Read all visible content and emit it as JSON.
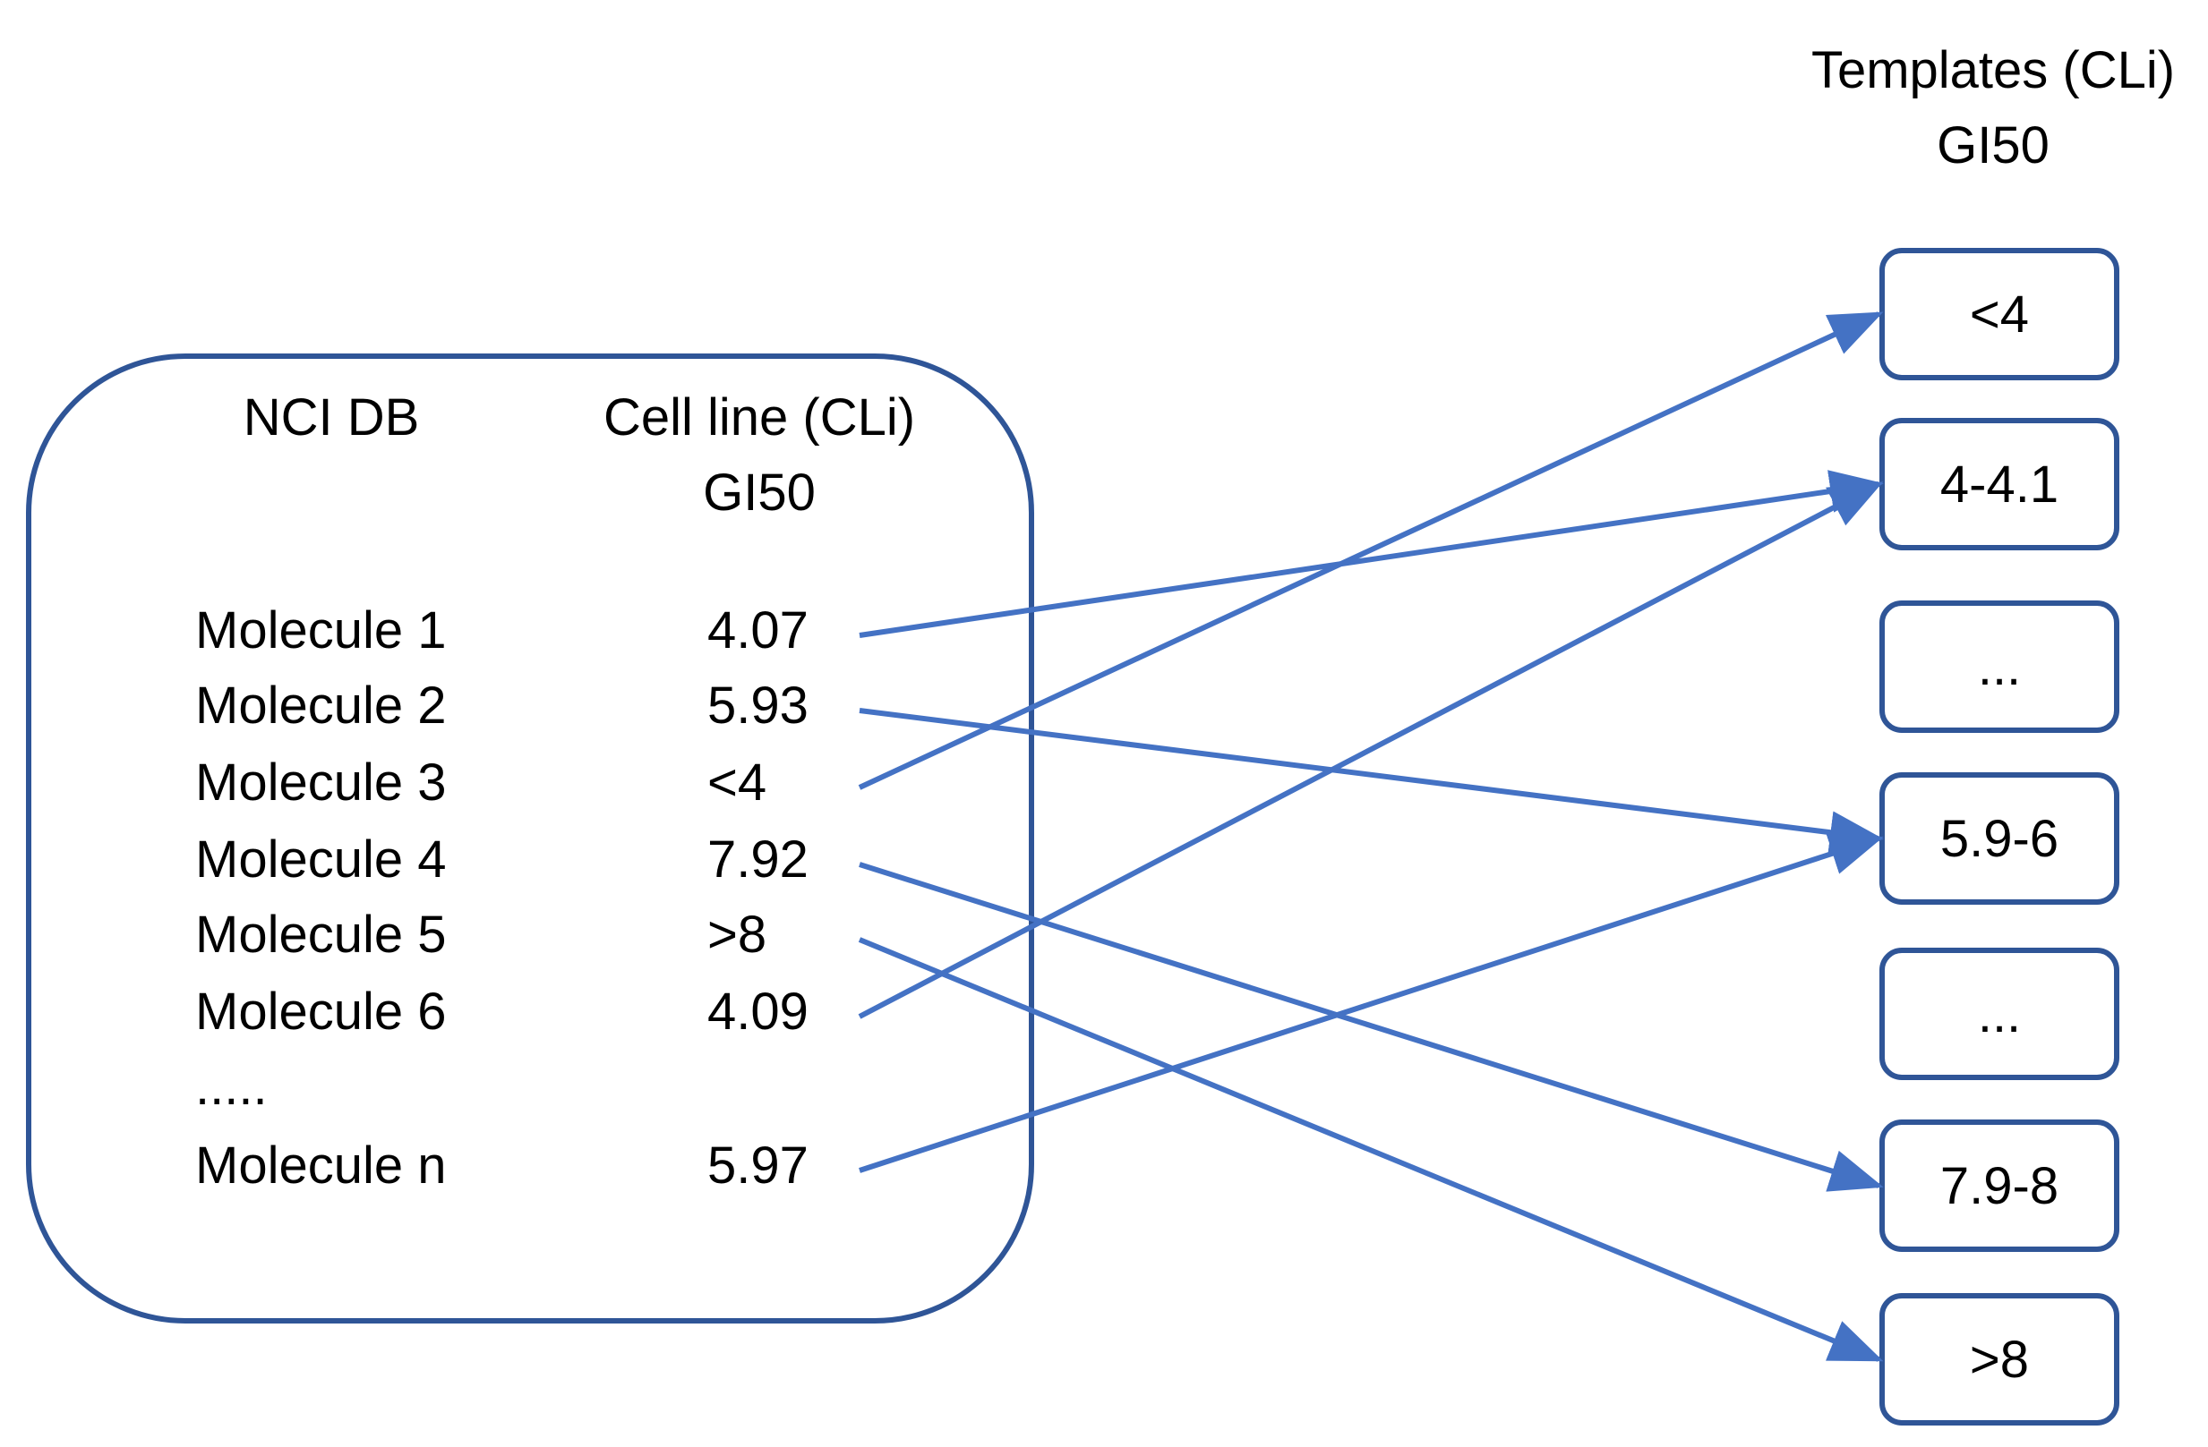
{
  "database": {
    "name_label": "NCI DB",
    "column_label_line1": "Cell line (CLi)",
    "column_label_line2": "GI50",
    "rows": [
      {
        "molecule": "Molecule 1",
        "value": "4.07",
        "target": "4-4.1"
      },
      {
        "molecule": "Molecule 2",
        "value": "5.93",
        "target": "5.9-6"
      },
      {
        "molecule": "Molecule 3",
        "value": "<4",
        "target": "<4"
      },
      {
        "molecule": "Molecule 4",
        "value": "7.92",
        "target": "7.9-8"
      },
      {
        "molecule": "Molecule 5",
        "value": ">8",
        "target": ">8"
      },
      {
        "molecule": "Molecule 6",
        "value": "4.09",
        "target": "4-4.1"
      },
      {
        "molecule": ".....",
        "value": "",
        "target": null
      },
      {
        "molecule": "Molecule n",
        "value": "5.97",
        "target": "5.9-6"
      }
    ]
  },
  "templates": {
    "title_line1": "Templates (CLi)",
    "title_line2": "GI50",
    "bins": [
      "<4",
      "4-4.1",
      "...",
      "5.9-6",
      "...",
      "7.9-8",
      ">8"
    ]
  },
  "colors": {
    "box_stroke": "#2f5597",
    "arrow": "#4472c4",
    "text": "#000000"
  }
}
